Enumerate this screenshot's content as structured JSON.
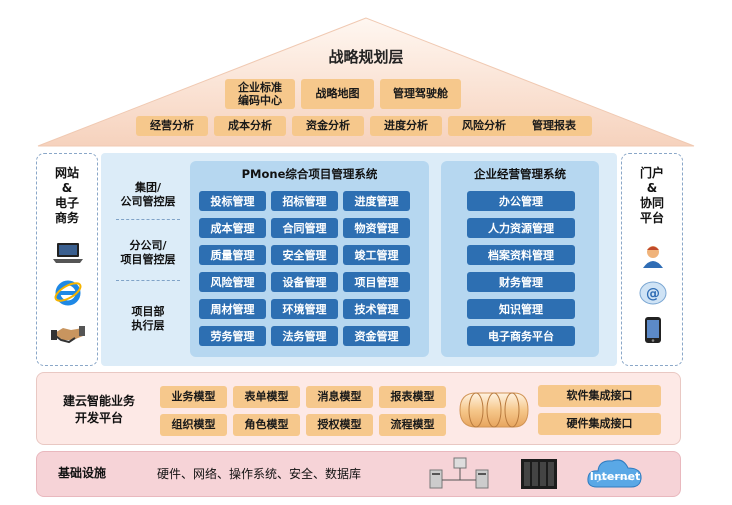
{
  "strategy": {
    "title": "战略规划层",
    "top_items": [
      "企业标准\n编码中心",
      "战略地图",
      "管理驾驶舱"
    ],
    "bottom_items": [
      "经营分析",
      "成本分析",
      "资金分析",
      "进度分析",
      "风险分析",
      "管理报表"
    ]
  },
  "left_side": {
    "title": [
      "网站",
      "&",
      "电子",
      "商务"
    ],
    "icons": [
      "laptop-icon",
      "ie-browser-icon",
      "handshake-icon"
    ]
  },
  "right_side": {
    "title": [
      "门户",
      "&",
      "协同",
      "平台"
    ],
    "icons": [
      "user-icon",
      "email-icon",
      "phone-icon"
    ]
  },
  "levels": [
    [
      "集团/",
      "公司管控层"
    ],
    [
      "分公司/",
      "项目管控层"
    ],
    [
      "项目部",
      "执行层"
    ]
  ],
  "pmone": {
    "title": "PMone综合项目管理系统",
    "modules": [
      [
        "投标管理",
        "招标管理",
        "进度管理"
      ],
      [
        "成本管理",
        "合同管理",
        "物资管理"
      ],
      [
        "质量管理",
        "安全管理",
        "竣工管理"
      ],
      [
        "风险管理",
        "设备管理",
        "项目管理"
      ],
      [
        "周材管理",
        "环境管理",
        "技术管理"
      ],
      [
        "劳务管理",
        "法务管理",
        "资金管理"
      ]
    ]
  },
  "enterprise": {
    "title": "企业经营管理系统",
    "modules": [
      "办公管理",
      "人力资源管理",
      "档案资料管理",
      "财务管理",
      "知识管理",
      "电子商务平台"
    ]
  },
  "dev_platform": {
    "title": [
      "建云智能业务",
      "开发平台"
    ],
    "models": [
      [
        "业务模型",
        "表单模型",
        "消息模型",
        "报表模型"
      ],
      [
        "组织模型",
        "角色模型",
        "授权模型",
        "流程模型"
      ]
    ],
    "interfaces": [
      "软件集成接口",
      "硬件集成接口"
    ]
  },
  "infrastructure": {
    "title": "基础设施",
    "text": "硬件、网络、操作系统、安全、数据库",
    "internet_label": "Internet"
  },
  "colors": {
    "tan": "#f6c88c",
    "blue_module": "#2d6fb2",
    "light_blue_panel": "#dcecf8",
    "pink_panel": "#fde9e6",
    "roof_top": "#fff4ec",
    "roof_bottom": "#f8d8c4"
  }
}
